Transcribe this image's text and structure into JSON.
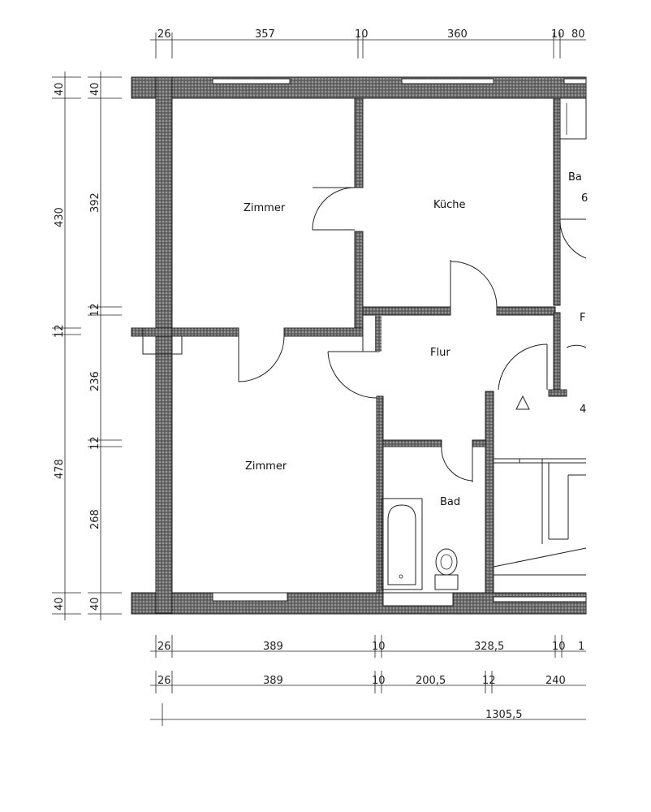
{
  "rooms": {
    "zimmer_top": "Zimmer",
    "kueche": "Küche",
    "flur": "Flur",
    "zimmer_bottom": "Zimmer",
    "bad": "Bad",
    "bad_right_partial": "Ba",
    "right_partial_1": "F",
    "right_partial_2": "4"
  },
  "dims": {
    "top": [
      "26",
      "357",
      "10",
      "360",
      "10",
      "80"
    ],
    "bottom_row1": [
      "26",
      "389",
      "10",
      "328,5",
      "10",
      "1"
    ],
    "bottom_row2": [
      "26",
      "389",
      "10",
      "200,5",
      "12",
      "240"
    ],
    "total": "1305,5",
    "left_outer": [
      "40",
      "430",
      "12",
      "478",
      "40"
    ],
    "left_inner": [
      "40",
      "392",
      "12",
      "236",
      "12",
      "268",
      "40"
    ]
  }
}
